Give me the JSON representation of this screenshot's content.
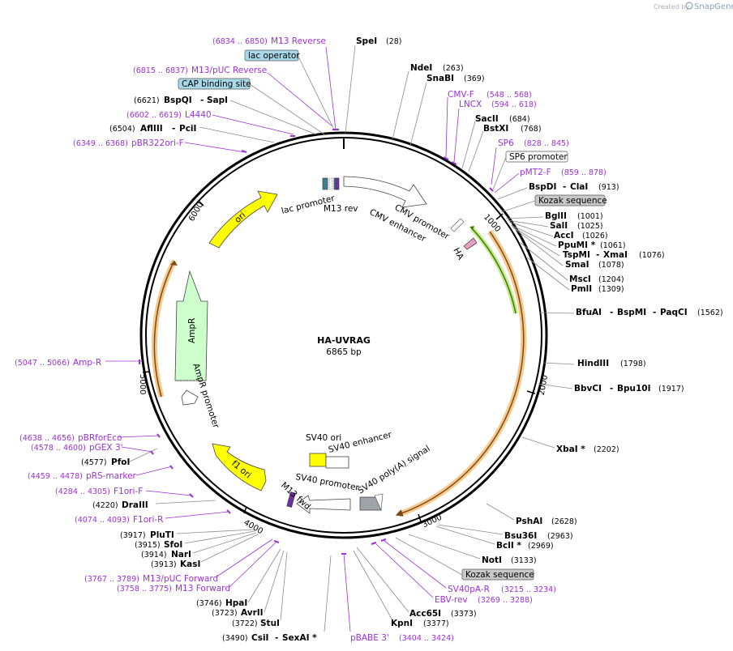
{
  "brand": {
    "created_by": "Created by",
    "name": "SnapGene"
  },
  "plasmid": {
    "name": "HA-UVRAG",
    "size_label": "6865 bp"
  },
  "colors": {
    "primer": "#9b30d9",
    "ori": "#ffff00",
    "ampr": "#ccffcc",
    "cds_highlight": "#f6c98a",
    "uvrag_arrow": "#8fbc1e",
    "ha_tag": "#e8a0c0",
    "polyA": "#a0a4a8",
    "sv40_ori": "#ffff00",
    "label_box_blue": "#a8d8e8",
    "label_box_gray": "#c8c8c8"
  },
  "ticks": [
    "1000",
    "2000",
    "3000",
    "4000",
    "5000",
    "6000"
  ],
  "features": [
    {
      "label": "lac promoter"
    },
    {
      "label": "M13 rev"
    },
    {
      "label": "CMV promoter"
    },
    {
      "label": "CMV enhancer"
    },
    {
      "label": "HA"
    },
    {
      "label": "ori"
    },
    {
      "label": "AmpR"
    },
    {
      "label": "AmpR promoter"
    },
    {
      "label": "f1 ori"
    },
    {
      "label": "SV40 ori"
    },
    {
      "label": "SV40 enhancer"
    },
    {
      "label": "SV40 promoter"
    },
    {
      "label": "M13 fwd"
    },
    {
      "label": "SV40 poly(A) signal"
    }
  ],
  "boxed_labels": [
    {
      "text": "lac operator"
    },
    {
      "text": "CAP binding site"
    },
    {
      "text": "SP6 promoter"
    },
    {
      "text": "Kozak sequence"
    },
    {
      "text": "Kozak sequence"
    }
  ],
  "enzymes": [
    {
      "name": "SpeI",
      "pos": "(28)"
    },
    {
      "name": "NdeI",
      "pos": "(263)"
    },
    {
      "name": "SnaBI",
      "pos": "(369)"
    },
    {
      "name": "SacII",
      "pos": "(684)"
    },
    {
      "name": "BstXI",
      "pos": "(768)"
    },
    {
      "name": "BspDI",
      "sep": "-",
      "name2": "ClaI",
      "pos": "(913)"
    },
    {
      "name": "BglII",
      "pos": "(1001)"
    },
    {
      "name": "SalI",
      "pos": "(1025)"
    },
    {
      "name": "AccI",
      "pos": "(1026)"
    },
    {
      "name": "PpuMI *",
      "pos": "(1061)"
    },
    {
      "name": "TspMI",
      "sep": "-",
      "name2": "XmaI",
      "pos": "(1076)"
    },
    {
      "name": "SmaI",
      "pos": "(1078)"
    },
    {
      "name": "MscI",
      "pos": "(1204)"
    },
    {
      "name": "PmlI",
      "pos": "(1309)"
    },
    {
      "name": "BfuAI",
      "sep": "-",
      "name2": "BspMI",
      "sep2": "-",
      "name3": "PaqCI",
      "pos": "(1562)"
    },
    {
      "name": "HindIII",
      "pos": "(1798)"
    },
    {
      "name": "BbvCI",
      "sep": "-",
      "name2": "Bpu10I",
      "pos": "(1917)"
    },
    {
      "name": "XbaI *",
      "pos": "(2202)"
    },
    {
      "name": "PshAI",
      "pos": "(2628)"
    },
    {
      "name": "Bsu36I",
      "pos": "(2963)"
    },
    {
      "name": "BclI *",
      "pos": "(2969)"
    },
    {
      "name": "NotI",
      "pos": "(3133)"
    },
    {
      "name": "Acc65I",
      "pos": "(3373)"
    },
    {
      "name": "KpnI",
      "pos": "(3377)"
    },
    {
      "name": "CsiI",
      "sep": "-",
      "name2": "SexAI *",
      "pos": "(3490)"
    },
    {
      "name": "StuI",
      "pos": "(3722)"
    },
    {
      "name": "AvrII",
      "pos": "(3723)"
    },
    {
      "name": "HpaI",
      "pos": "(3746)"
    },
    {
      "name": "KasI",
      "pos": "(3913)"
    },
    {
      "name": "NarI",
      "pos": "(3914)"
    },
    {
      "name": "SfoI",
      "pos": "(3915)"
    },
    {
      "name": "PluTI",
      "pos": "(3917)"
    },
    {
      "name": "DraIII",
      "pos": "(4220)"
    },
    {
      "name": "PfoI",
      "pos": "(4577)"
    },
    {
      "name": "AflIII",
      "sep": "-",
      "name2": "PciI",
      "pos": "(6504)"
    },
    {
      "name": "BspQI",
      "sep": "-",
      "name2": "SapI",
      "pos": "(6621)"
    }
  ],
  "primers": [
    {
      "name": "M13 Reverse",
      "range": "(6834 .. 6850)"
    },
    {
      "name": "M13/pUC Reverse",
      "range": "(6815 .. 6837)"
    },
    {
      "name": "L4440",
      "range": "(6602 .. 6619)"
    },
    {
      "name": "pBR322ori-F",
      "range": "(6349 .. 6368)"
    },
    {
      "name": "CMV-F",
      "range": "(548 .. 568)"
    },
    {
      "name": "LNCX",
      "range": "(594 .. 618)"
    },
    {
      "name": "SP6",
      "range": "(828 .. 845)"
    },
    {
      "name": "pMT2-F",
      "range": "(859 .. 878)"
    },
    {
      "name": "SV40pA-R",
      "range": "(3215 .. 3234)"
    },
    {
      "name": "EBV-rev",
      "range": "(3269 .. 3288)"
    },
    {
      "name": "pBABE 3'",
      "range": "(3404 .. 3424)"
    },
    {
      "name": "M13/pUC Forward",
      "range": "(3767 .. 3789)"
    },
    {
      "name": "M13 Forward",
      "range": "(3758 .. 3775)"
    },
    {
      "name": "F1ori-R",
      "range": "(4074 .. 4093)"
    },
    {
      "name": "F1ori-F",
      "range": "(4284 .. 4305)"
    },
    {
      "name": "pRS-marker",
      "range": "(4459 .. 4478)"
    },
    {
      "name": "pGEX 3'",
      "range": "(4578 .. 4600)"
    },
    {
      "name": "pBRforEco",
      "range": "(4638 .. 4656)"
    },
    {
      "name": "Amp-R",
      "range": "(5047 .. 5066)"
    }
  ]
}
